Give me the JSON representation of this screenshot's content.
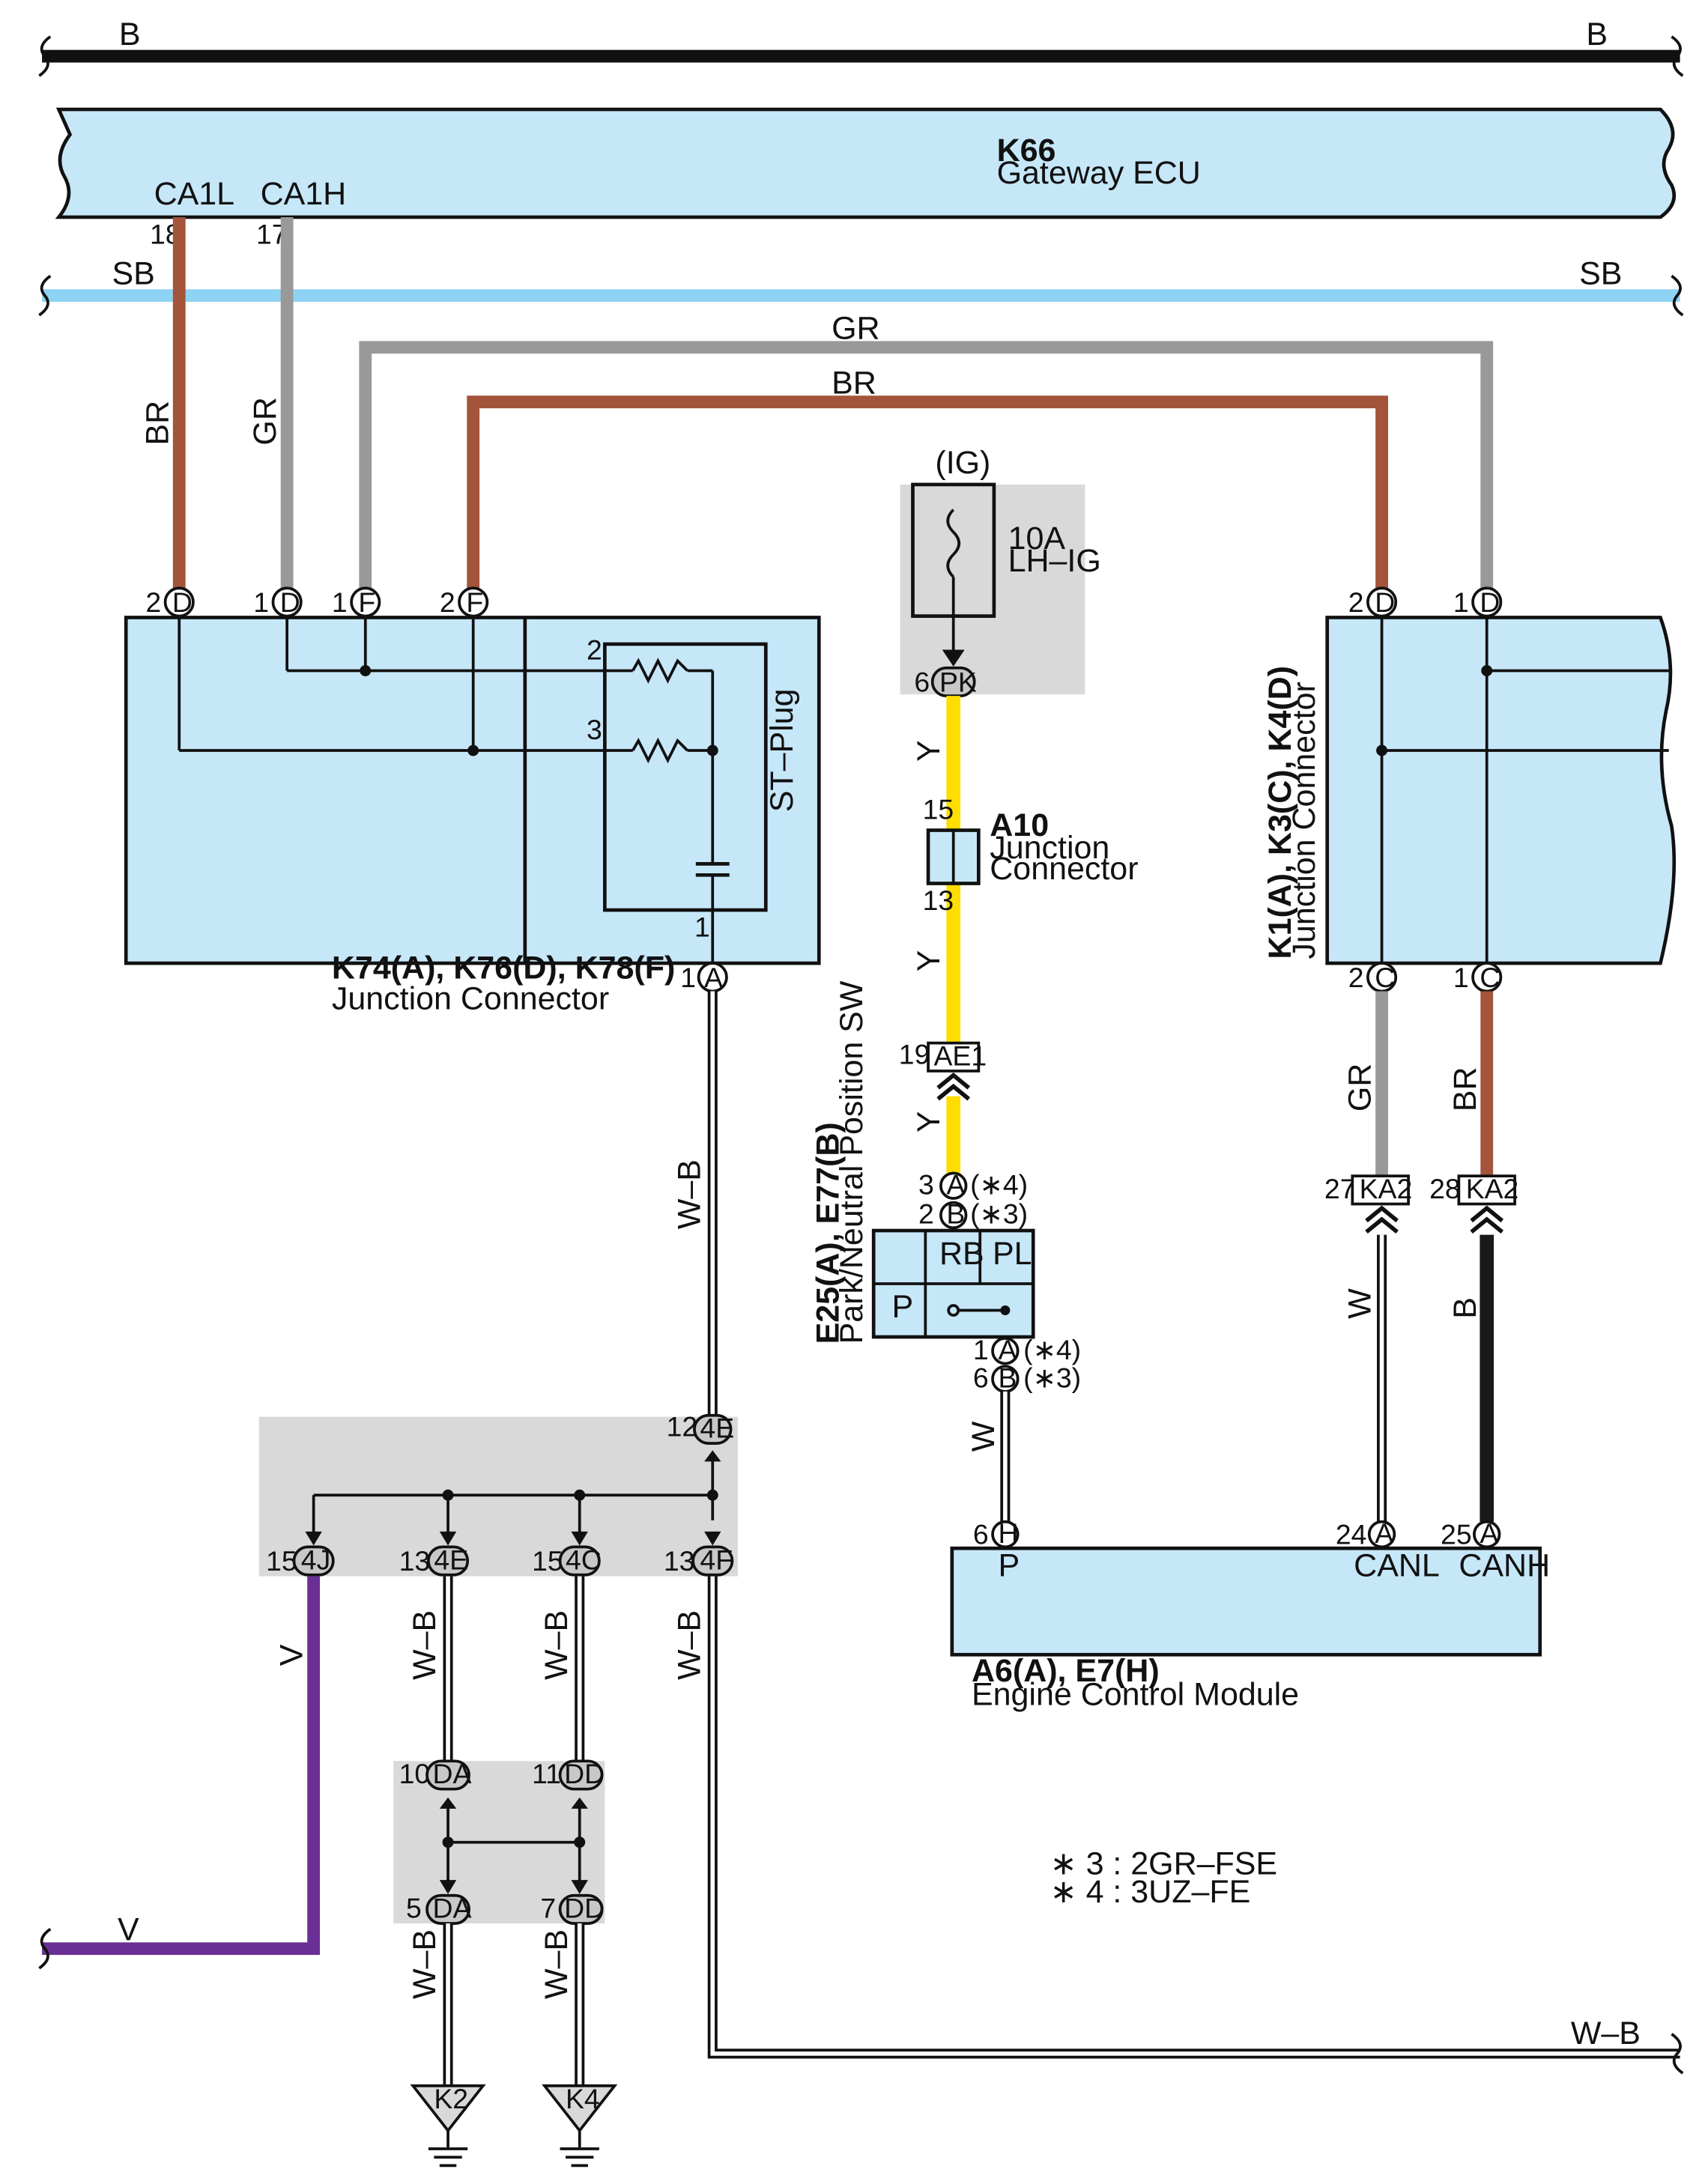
{
  "buses": {
    "b_left": "B",
    "b_right": "B",
    "sb_left": "SB",
    "sb_right": "SB",
    "v_left": "V",
    "wb_right": "W–B"
  },
  "gateway": {
    "code": "K66",
    "name": "Gateway ECU",
    "pin_l_name": "CA1L",
    "pin_h_name": "CA1H",
    "pin_l_num": "18",
    "pin_h_num": "17"
  },
  "wires": {
    "br": "BR",
    "gr": "GR",
    "y": "Y",
    "w": "W",
    "b": "B",
    "wb": "W–B",
    "v": "V"
  },
  "k74": {
    "code": "K74(A), K76(D), K78(F)",
    "name": "Junction Connector",
    "st_plug": "ST–Plug",
    "p2": "2",
    "p1": "1",
    "p3": "3",
    "cD": "D",
    "cF": "F",
    "cA": "A"
  },
  "fuse": {
    "ig": "(IG)",
    "rating": "10A",
    "name": "LH–IG",
    "pin": "6",
    "conn": "PK"
  },
  "a10": {
    "code": "A10",
    "name1": "Junction",
    "name2": "Connector",
    "pin_top": "15",
    "pin_bottom": "13"
  },
  "ae1": {
    "pin": "19",
    "conn": "AE1"
  },
  "pnp": {
    "code": "E25(A), E77(B)",
    "name": "Park/Neutral Position SW",
    "pA3": "3",
    "pB2": "2",
    "pA1": "1",
    "pB6": "6",
    "cA": "A",
    "cB": "B",
    "n4": "(∗4)",
    "n3": "(∗3)",
    "rb": "RB",
    "pl": "PL",
    "p": "P"
  },
  "k1": {
    "code": "K1(A), K3(C), K4(D)",
    "name": "Junction Connector",
    "p2": "2",
    "p1": "1",
    "cD": "D",
    "cC": "C"
  },
  "ka2": {
    "conn": "KA2",
    "pin27": "27",
    "pin28": "28"
  },
  "ecm": {
    "code": "A6(A), E7(H)",
    "name": "Engine Control Module",
    "pin6": "6",
    "pin24": "24",
    "pin25": "25",
    "cH": "H",
    "cA": "A",
    "t_p": "P",
    "t_canl": "CANL",
    "t_canh": "CANH"
  },
  "jb4": {
    "p12": "12",
    "c4E": "4E",
    "p15": "15",
    "c4J": "4J",
    "p13": "13",
    "c4C": "4C",
    "c4F": "4F"
  },
  "jbD": {
    "p10": "10",
    "p11": "11",
    "p5": "5",
    "p7": "7",
    "cDA": "DA",
    "cDD": "DD"
  },
  "grounds": {
    "k2": "K2",
    "k4": "K4"
  },
  "notes": {
    "n3": "∗ 3 : 2GR–FSE",
    "n4": "∗ 4 : 3UZ–FE"
  },
  "colors": {
    "br": "#a3543a",
    "gr": "#999999",
    "y": "#ffdd00",
    "sb": "#8fd3f4",
    "v": "#6a2f94",
    "b": "#1a1a1a",
    "box": "#c6e7f8",
    "shade": "#d9d9d9"
  }
}
